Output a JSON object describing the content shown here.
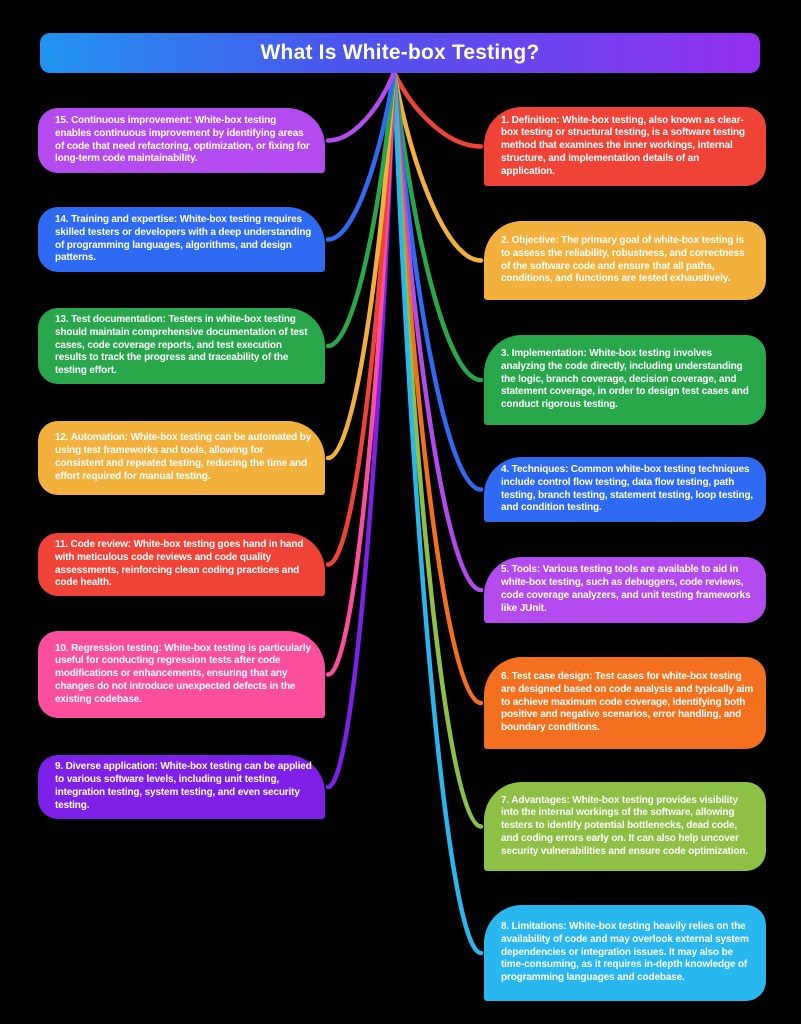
{
  "title": "What Is White-box Testing?",
  "header": {
    "gradient_from": "#2095ef",
    "gradient_mid": "#4b55ee",
    "gradient_to": "#9430f0"
  },
  "background_color": "#000000",
  "nodes": [
    {
      "id": 1,
      "side": "R",
      "color": "#ef4337",
      "text": "1. Definition: White-box testing, also known as clear-box testing or structural testing, is a software testing method that examines the inner workings, internal structure, and implementation details of an application."
    },
    {
      "id": 2,
      "side": "R",
      "color": "#f2b03c",
      "text": "2. Objective: The primary goal of white-box testing is to assess the reliability, robustness, and correctness of the software code and ensure that all paths, conditions, and functions are tested exhaustively."
    },
    {
      "id": 3,
      "side": "R",
      "color": "#28a74b",
      "text": "3. Implementation: White-box testing involves analyzing the code directly, including understanding the logic, branch coverage, decision coverage, and statement coverage, in order to design test cases and conduct rigorous testing."
    },
    {
      "id": 4,
      "side": "R",
      "color": "#2f6bf2",
      "text": "4. Techniques: Common white-box testing techniques include control flow testing, data flow testing, path testing, branch testing, statement testing, loop testing, and condition testing."
    },
    {
      "id": 5,
      "side": "R",
      "color": "#b44bef",
      "text": "5. Tools: Various testing tools are available to aid in white-box testing, such as debuggers, code reviews, code coverage analyzers, and unit testing frameworks like JUnit."
    },
    {
      "id": 6,
      "side": "R",
      "color": "#f3701e",
      "text": "6. Test case design: Test cases for white-box testing are designed based on code analysis and typically aim to achieve maximum code coverage, identifying both positive and negative scenarios, error handling, and boundary conditions."
    },
    {
      "id": 7,
      "side": "R",
      "color": "#8dc044",
      "text": "7. Advantages: White-box testing provides visibility into the internal workings of the software, allowing testers to identify potential bottlenecks, dead code, and coding errors early on. It can also help uncover security vulnerabilities and ensure code optimization."
    },
    {
      "id": 8,
      "side": "R",
      "color": "#29b7ef",
      "text": "8. Limitations: White-box testing heavily relies on the availability of code and may overlook external system dependencies or integration issues. It may also be time-consuming, as it requires in-depth knowledge of programming languages and codebase."
    },
    {
      "id": 9,
      "side": "L",
      "color": "#7d20e8",
      "text": "9. Diverse application: White-box testing can be applied to various software levels, including unit testing, integration testing, system testing, and even security testing."
    },
    {
      "id": 10,
      "side": "L",
      "color": "#fb4e9c",
      "text": "10. Regression testing: White-box testing is particularly useful for conducting regression tests after code modifications or enhancements, ensuring that any changes do not introduce unexpected defects in the existing codebase."
    },
    {
      "id": 11,
      "side": "L",
      "color": "#ef4337",
      "text": "11. Code review: White-box testing goes hand in hand with meticulous code reviews and code quality assessments, reinforcing clean coding practices and code health."
    },
    {
      "id": 12,
      "side": "L",
      "color": "#f2b03c",
      "text": "12. Automation: White-box testing can be automated by using test frameworks and tools, allowing for consistent and repeated testing, reducing the time and effort required for manual testing."
    },
    {
      "id": 13,
      "side": "L",
      "color": "#28a74b",
      "text": "13. Test documentation: Testers in white-box testing should maintain comprehensive documentation of test cases, code coverage reports, and test execution results to track the progress and traceability of the testing effort."
    },
    {
      "id": 14,
      "side": "L",
      "color": "#2f6bf2",
      "text": "14. Training and expertise: White-box testing requires skilled testers or developers with a deep understanding of programming languages, algorithms, and design patterns."
    },
    {
      "id": 15,
      "side": "L",
      "color": "#b44bef",
      "text": "15. Continuous improvement: White-box testing enables continuous improvement by identifying areas of code that need refactoring, optimization, or fixing for long-term code maintainability."
    }
  ]
}
